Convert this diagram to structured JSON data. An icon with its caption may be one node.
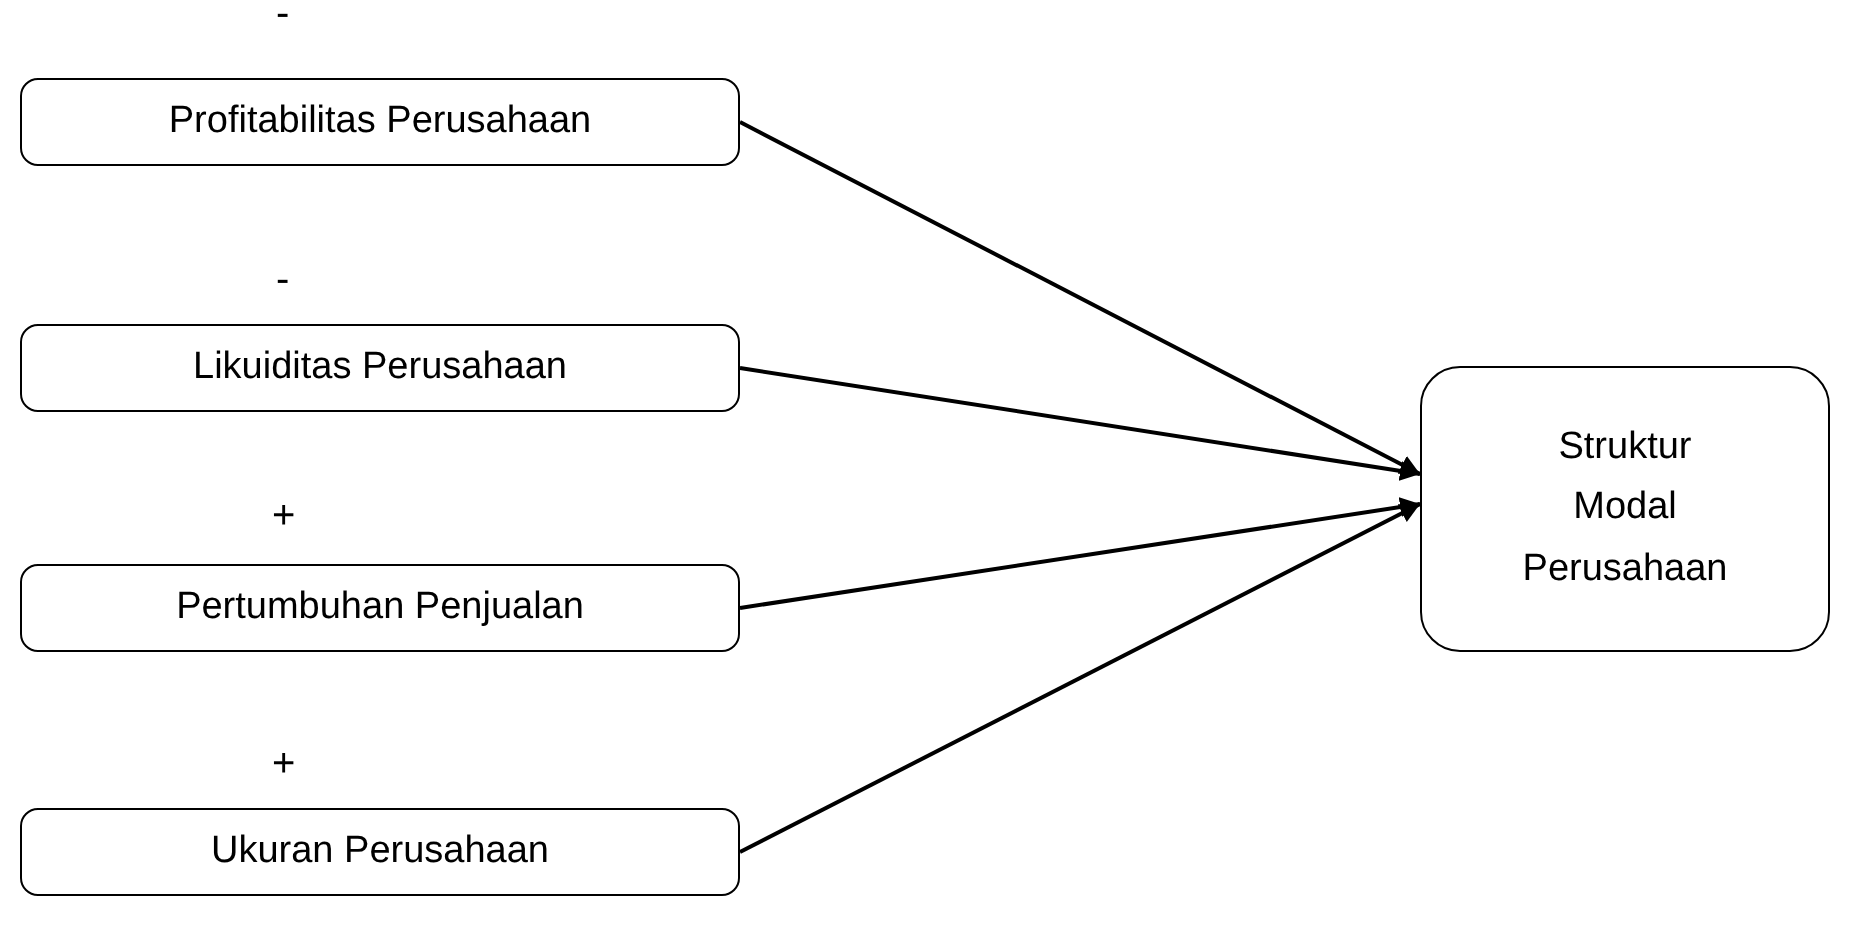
{
  "diagram": {
    "nodes": [
      {
        "text": [
          "Profitabilitas Perusahaan"
        ]
      },
      {
        "text": [
          "Likuiditas Perusahaan"
        ]
      },
      {
        "text": [
          "Pertumbuhan Penjualan"
        ]
      },
      {
        "text": [
          "Ukuran Perusahaan"
        ]
      },
      {
        "text": [
          "Struktur Modal Perusahaan"
        ]
      }
    ],
    "edges": [
      {
        "from": 0,
        "to": 4,
        "arrow": "to"
      },
      {
        "from": 1,
        "to": 4,
        "arrow": "to"
      },
      {
        "from": 2,
        "to": 4,
        "arrow": "to"
      },
      {
        "from": 3,
        "to": 4,
        "arrow": "to"
      }
    ],
    "labels": [
      "-",
      "-",
      "+",
      "+"
    ]
  }
}
